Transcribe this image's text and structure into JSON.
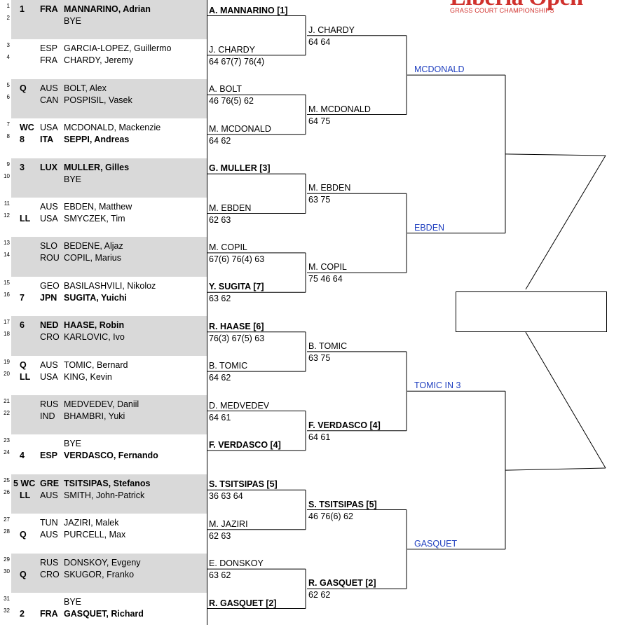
{
  "logo": {
    "title": "Liberia Open",
    "subtitle": "GRASS COURT CHAMPIONSHIPS"
  },
  "draw": [
    {
      "n": "1",
      "seed": "1",
      "nat": "FRA",
      "name": "MANNARINO, Adrian",
      "bold": true
    },
    {
      "n": "2",
      "seed": "",
      "nat": "",
      "name": "BYE",
      "bold": false
    },
    {
      "n": "3",
      "seed": "",
      "nat": "ESP",
      "name": "GARCIA-LOPEZ, Guillermo",
      "bold": false
    },
    {
      "n": "4",
      "seed": "",
      "nat": "FRA",
      "name": "CHARDY, Jeremy",
      "bold": false
    },
    {
      "n": "5",
      "seed": "Q",
      "nat": "AUS",
      "name": "BOLT, Alex",
      "bold": false
    },
    {
      "n": "6",
      "seed": "",
      "nat": "CAN",
      "name": "POSPISIL, Vasek",
      "bold": false
    },
    {
      "n": "7",
      "seed": "WC",
      "nat": "USA",
      "name": "MCDONALD, Mackenzie",
      "bold": false
    },
    {
      "n": "8",
      "seed": "8",
      "nat": "ITA",
      "name": "SEPPI, Andreas",
      "bold": true
    },
    {
      "n": "9",
      "seed": "3",
      "nat": "LUX",
      "name": "MULLER, Gilles",
      "bold": true
    },
    {
      "n": "10",
      "seed": "",
      "nat": "",
      "name": "BYE",
      "bold": false
    },
    {
      "n": "11",
      "seed": "",
      "nat": "AUS",
      "name": "EBDEN, Matthew",
      "bold": false
    },
    {
      "n": "12",
      "seed": "LL",
      "nat": "USA",
      "name": "SMYCZEK, Tim",
      "bold": false
    },
    {
      "n": "13",
      "seed": "",
      "nat": "SLO",
      "name": "BEDENE, Aljaz",
      "bold": false
    },
    {
      "n": "14",
      "seed": "",
      "nat": "ROU",
      "name": "COPIL, Marius",
      "bold": false
    },
    {
      "n": "15",
      "seed": "",
      "nat": "GEO",
      "name": "BASILASHVILI, Nikoloz",
      "bold": false
    },
    {
      "n": "16",
      "seed": "7",
      "nat": "JPN",
      "name": "SUGITA, Yuichi",
      "bold": true
    },
    {
      "n": "17",
      "seed": "6",
      "nat": "NED",
      "name": "HAASE, Robin",
      "bold": true
    },
    {
      "n": "18",
      "seed": "",
      "nat": "CRO",
      "name": "KARLOVIC, Ivo",
      "bold": false
    },
    {
      "n": "19",
      "seed": "Q",
      "nat": "AUS",
      "name": "TOMIC, Bernard",
      "bold": false
    },
    {
      "n": "20",
      "seed": "LL",
      "nat": "USA",
      "name": "KING, Kevin",
      "bold": false
    },
    {
      "n": "21",
      "seed": "",
      "nat": "RUS",
      "name": "MEDVEDEV, Daniil",
      "bold": false
    },
    {
      "n": "22",
      "seed": "",
      "nat": "IND",
      "name": "BHAMBRI, Yuki",
      "bold": false
    },
    {
      "n": "23",
      "seed": "",
      "nat": "",
      "name": "BYE",
      "bold": false
    },
    {
      "n": "24",
      "seed": "4",
      "nat": "ESP",
      "name": "VERDASCO, Fernando",
      "bold": true
    },
    {
      "n": "25",
      "seed": "5 WC",
      "nat": "GRE",
      "name": "TSITSIPAS, Stefanos",
      "bold": true
    },
    {
      "n": "26",
      "seed": "LL",
      "nat": "AUS",
      "name": "SMITH, John-Patrick",
      "bold": false
    },
    {
      "n": "27",
      "seed": "",
      "nat": "TUN",
      "name": "JAZIRI, Malek",
      "bold": false
    },
    {
      "n": "28",
      "seed": "Q",
      "nat": "AUS",
      "name": "PURCELL, Max",
      "bold": false
    },
    {
      "n": "29",
      "seed": "",
      "nat": "RUS",
      "name": "DONSKOY, Evgeny",
      "bold": false
    },
    {
      "n": "30",
      "seed": "Q",
      "nat": "CRO",
      "name": "SKUGOR, Franko",
      "bold": false
    },
    {
      "n": "31",
      "seed": "",
      "nat": "",
      "name": "BYE",
      "bold": false
    },
    {
      "n": "32",
      "seed": "2",
      "nat": "FRA",
      "name": "GASQUET, Richard",
      "bold": true
    }
  ],
  "round2": [
    {
      "name": "A. MANNARINO [1]",
      "score": "",
      "bold": true
    },
    {
      "name": "J. CHARDY",
      "score": "64 67(7) 76(4)",
      "bold": false
    },
    {
      "name": "A. BOLT",
      "score": "46 76(5) 62",
      "bold": false
    },
    {
      "name": "M. MCDONALD",
      "score": "64 62",
      "bold": false
    },
    {
      "name": "G. MULLER [3]",
      "score": "",
      "bold": true
    },
    {
      "name": "M. EBDEN",
      "score": "62 63",
      "bold": false
    },
    {
      "name": "M. COPIL",
      "score": "67(6) 76(4) 63",
      "bold": false
    },
    {
      "name": "Y. SUGITA [7]",
      "score": "63 62",
      "bold": true
    },
    {
      "name": "R. HAASE [6]",
      "score": "76(3) 67(5) 63",
      "bold": true
    },
    {
      "name": "B. TOMIC",
      "score": "64 62",
      "bold": false
    },
    {
      "name": "D. MEDVEDEV",
      "score": "64 61",
      "bold": false
    },
    {
      "name": "F. VERDASCO [4]",
      "score": "",
      "bold": true
    },
    {
      "name": "S. TSITSIPAS [5]",
      "score": "36 63 64",
      "bold": true
    },
    {
      "name": "M. JAZIRI",
      "score": "62 63",
      "bold": false
    },
    {
      "name": "E. DONSKOY",
      "score": "63 62",
      "bold": false
    },
    {
      "name": "R. GASQUET [2]",
      "score": "",
      "bold": true
    }
  ],
  "round3": [
    {
      "name": "J. CHARDY",
      "score": "64 64",
      "bold": false
    },
    {
      "name": "M. MCDONALD",
      "score": "64 75",
      "bold": false
    },
    {
      "name": "M. EBDEN",
      "score": "63 75",
      "bold": false
    },
    {
      "name": "M. COPIL",
      "score": "75 46 64",
      "bold": false
    },
    {
      "name": "B. TOMIC",
      "score": "63 75",
      "bold": false
    },
    {
      "name": "F. VERDASCO [4]",
      "score": "64 61",
      "bold": true
    },
    {
      "name": "S. TSITSIPAS [5]",
      "score": "46 76(6) 62",
      "bold": true
    },
    {
      "name": "R. GASQUET [2]",
      "score": "62 62",
      "bold": true
    }
  ],
  "quarterfinal": [
    {
      "name": "MCDONALD"
    },
    {
      "name": "EBDEN"
    },
    {
      "name": "TOMIC IN 3"
    },
    {
      "name": "GASQUET"
    }
  ]
}
